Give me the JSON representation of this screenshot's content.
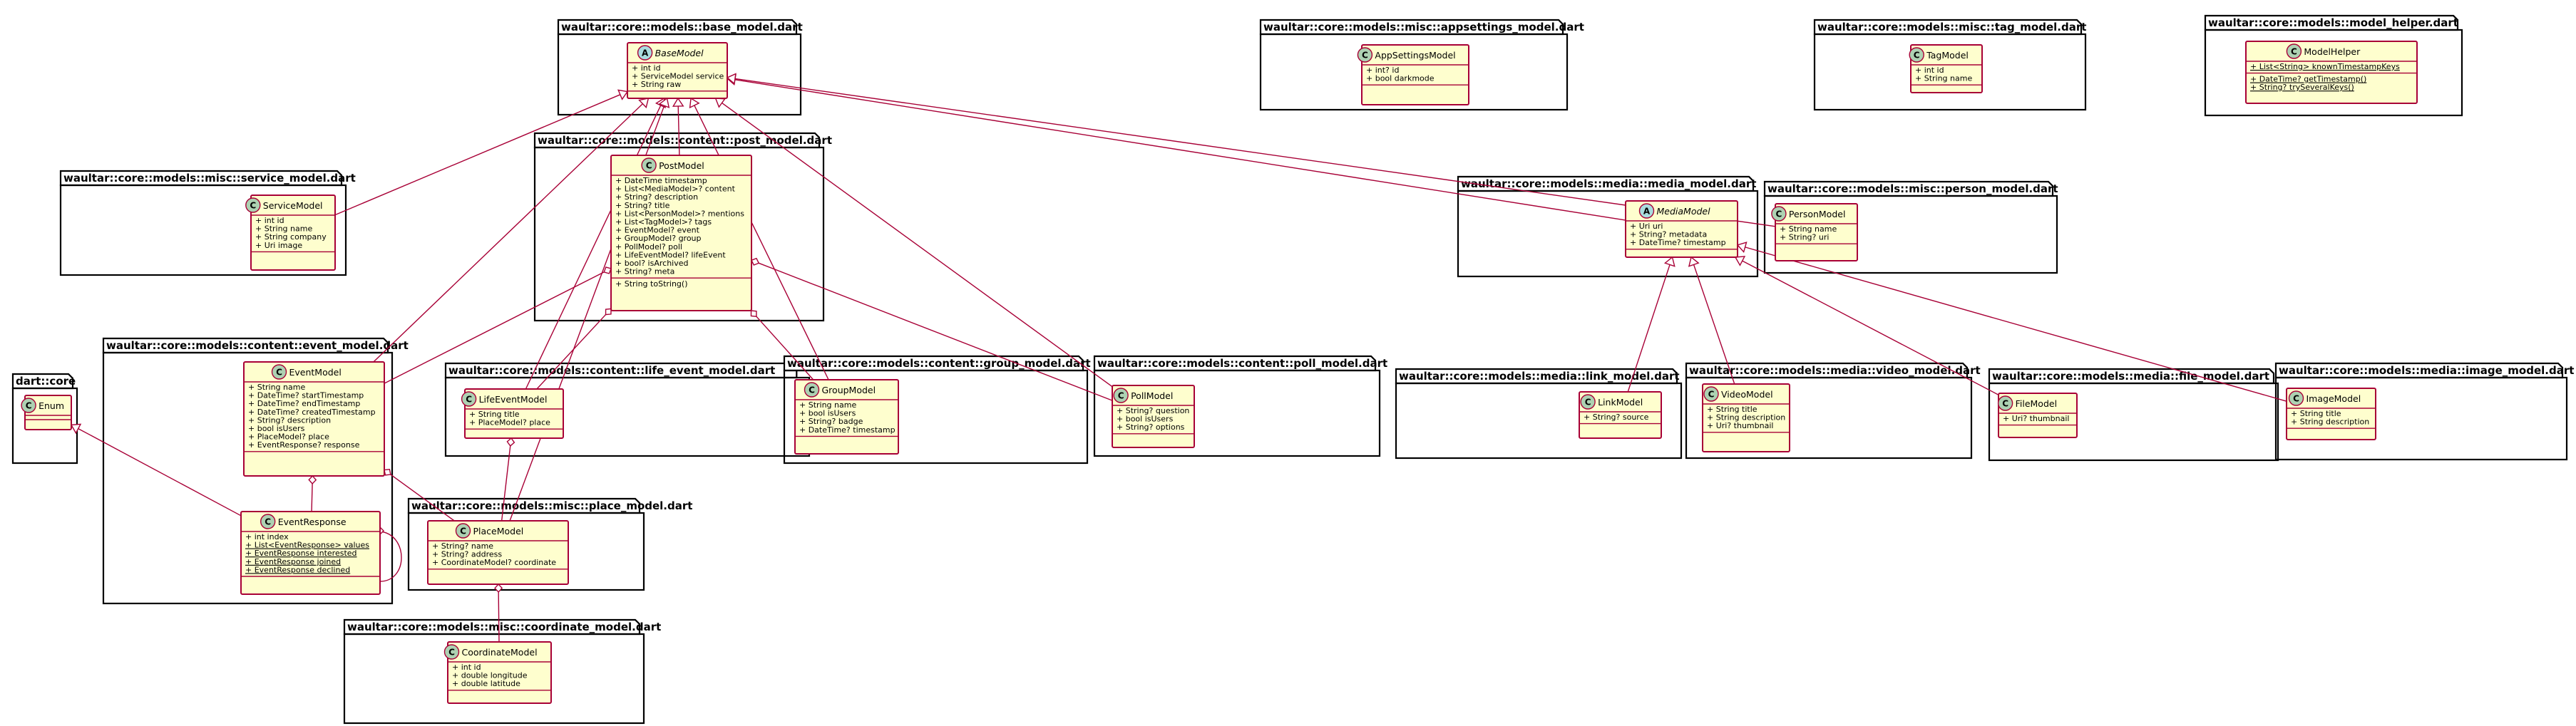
{
  "packages": [
    {
      "id": "base_model",
      "title": "waultar::core::models::base_model.dart"
    },
    {
      "id": "appsettings",
      "title": "waultar::core::models::misc::appsettings_model.dart"
    },
    {
      "id": "tag_model",
      "title": "waultar::core::models::misc::tag_model.dart"
    },
    {
      "id": "model_helper",
      "title": "waultar::core::models::model_helper.dart"
    },
    {
      "id": "service_model",
      "title": "waultar::core::models::misc::service_model.dart"
    },
    {
      "id": "post_model",
      "title": "waultar::core::models::content::post_model.dart"
    },
    {
      "id": "media_model",
      "title": "waultar::core::models::media::media_model.dart"
    },
    {
      "id": "person_model",
      "title": "waultar::core::models::misc::person_model.dart"
    },
    {
      "id": "dart_core",
      "title": "dart::core"
    },
    {
      "id": "event_model",
      "title": "waultar::core::models::content::event_model.dart"
    },
    {
      "id": "life_event",
      "title": "waultar::core::models::content::life_event_model.dart"
    },
    {
      "id": "group_model",
      "title": "waultar::core::models::content::group_model.dart"
    },
    {
      "id": "poll_model",
      "title": "waultar::core::models::content::poll_model.dart"
    },
    {
      "id": "link_model",
      "title": "waultar::core::models::media::link_model.dart"
    },
    {
      "id": "video_model",
      "title": "waultar::core::models::media::video_model.dart"
    },
    {
      "id": "file_model",
      "title": "waultar::core::models::media::file_model.dart"
    },
    {
      "id": "image_model",
      "title": "waultar::core::models::media::image_model.dart"
    },
    {
      "id": "place_model",
      "title": "waultar::core::models::misc::place_model.dart"
    },
    {
      "id": "coordinate_model",
      "title": "waultar::core::models::misc::coordinate_model.dart"
    }
  ],
  "classes": [
    {
      "id": "BaseModel",
      "name": "BaseModel",
      "abstract": true,
      "fields": [
        "+ int id",
        "+ ServiceModel service",
        "+ String raw"
      ],
      "methods": []
    },
    {
      "id": "AppSettingsModel",
      "name": "AppSettingsModel",
      "abstract": false,
      "fields": [
        "+ int? id",
        "+ bool darkmode"
      ],
      "methods": []
    },
    {
      "id": "TagModel",
      "name": "TagModel",
      "abstract": false,
      "fields": [
        "+ int id",
        "+ String name"
      ],
      "methods": []
    },
    {
      "id": "ModelHelper",
      "name": "ModelHelper",
      "abstract": false,
      "fields": [
        "+ List<String> knownTimestampKeys"
      ],
      "methods": [
        "+ DateTime? getTimestamp()",
        "+ String? trySeveralKeys()"
      ],
      "static_fields": [
        0
      ],
      "static_methods": [
        0,
        1
      ]
    },
    {
      "id": "ServiceModel",
      "name": "ServiceModel",
      "abstract": false,
      "fields": [
        "+ int id",
        "+ String name",
        "+ String company",
        "+ Uri image"
      ],
      "methods": []
    },
    {
      "id": "PostModel",
      "name": "PostModel",
      "abstract": false,
      "fields": [
        "+ DateTime timestamp",
        "+ List<MediaModel>? content",
        "+ String? description",
        "+ String? title",
        "+ List<PersonModel>? mentions",
        "+ List<TagModel>? tags",
        "+ EventModel? event",
        "+ GroupModel? group",
        "+ PollModel? poll",
        "+ LifeEventModel? lifeEvent",
        "+ bool? isArchived",
        "+ String? meta"
      ],
      "methods": [
        "+ String toString()"
      ]
    },
    {
      "id": "MediaModel",
      "name": "MediaModel",
      "abstract": true,
      "fields": [
        "+ Uri uri",
        "+ String? metadata",
        "+ DateTime? timestamp"
      ],
      "methods": []
    },
    {
      "id": "PersonModel",
      "name": "PersonModel",
      "abstract": false,
      "fields": [
        "+ String name",
        "+ String? uri"
      ],
      "methods": []
    },
    {
      "id": "Enum",
      "name": "Enum",
      "abstract": false,
      "fields": [],
      "methods": []
    },
    {
      "id": "EventModel",
      "name": "EventModel",
      "abstract": false,
      "fields": [
        "+ String name",
        "+ DateTime? startTimestamp",
        "+ DateTime? endTimestamp",
        "+ DateTime? createdTimestamp",
        "+ String? description",
        "+ bool isUsers",
        "+ PlaceModel? place",
        "+ EventResponse? response"
      ],
      "methods": []
    },
    {
      "id": "EventResponse",
      "name": "EventResponse",
      "abstract": false,
      "fields": [
        "+ int index",
        "+ List<EventResponse> values",
        "+ EventResponse interested",
        "+ EventResponse joined",
        "+ EventResponse declined"
      ],
      "methods": [],
      "static_fields": [
        1,
        2,
        3,
        4
      ]
    },
    {
      "id": "LifeEventModel",
      "name": "LifeEventModel",
      "abstract": false,
      "fields": [
        "+ String title",
        "+ PlaceModel? place"
      ],
      "methods": []
    },
    {
      "id": "GroupModel",
      "name": "GroupModel",
      "abstract": false,
      "fields": [
        "+ String name",
        "+ bool isUsers",
        "+ String? badge",
        "+ DateTime? timestamp"
      ],
      "methods": []
    },
    {
      "id": "PollModel",
      "name": "PollModel",
      "abstract": false,
      "fields": [
        "+ String? question",
        "+ bool isUsers",
        "+ String? options"
      ],
      "methods": []
    },
    {
      "id": "LinkModel",
      "name": "LinkModel",
      "abstract": false,
      "fields": [
        "+ String? source"
      ],
      "methods": []
    },
    {
      "id": "VideoModel",
      "name": "VideoModel",
      "abstract": false,
      "fields": [
        "+ String title",
        "+ String description",
        "+ Uri? thumbnail"
      ],
      "methods": []
    },
    {
      "id": "FileModel",
      "name": "FileModel",
      "abstract": false,
      "fields": [
        "+ Uri? thumbnail"
      ],
      "methods": []
    },
    {
      "id": "ImageModel",
      "name": "ImageModel",
      "abstract": false,
      "fields": [
        "+ String title",
        "+ String description"
      ],
      "methods": []
    },
    {
      "id": "PlaceModel",
      "name": "PlaceModel",
      "abstract": false,
      "fields": [
        "+ String? name",
        "+ String? address",
        "+ CoordinateModel? coordinate"
      ],
      "methods": []
    },
    {
      "id": "CoordinateModel",
      "name": "CoordinateModel",
      "abstract": false,
      "fields": [
        "+ int id",
        "+ double longitude",
        "+ double latitude"
      ],
      "methods": []
    }
  ],
  "relations": [
    {
      "from": "ServiceModel",
      "to": "BaseModel",
      "kind": "inheritance"
    },
    {
      "from": "PostModel",
      "to": "BaseModel",
      "kind": "inheritance"
    },
    {
      "from": "MediaModel",
      "to": "BaseModel",
      "kind": "inheritance"
    },
    {
      "from": "PersonModel",
      "to": "BaseModel",
      "kind": "inheritance"
    },
    {
      "from": "EventModel",
      "to": "BaseModel",
      "kind": "inheritance"
    },
    {
      "from": "LifeEventModel",
      "to": "BaseModel",
      "kind": "inheritance"
    },
    {
      "from": "GroupModel",
      "to": "BaseModel",
      "kind": "inheritance"
    },
    {
      "from": "PollModel",
      "to": "BaseModel",
      "kind": "inheritance"
    },
    {
      "from": "PlaceModel",
      "to": "BaseModel",
      "kind": "inheritance"
    },
    {
      "from": "EventModel",
      "to": "PostModel",
      "kind": "aggregation"
    },
    {
      "from": "LifeEventModel",
      "to": "PostModel",
      "kind": "aggregation"
    },
    {
      "from": "GroupModel",
      "to": "PostModel",
      "kind": "aggregation"
    },
    {
      "from": "PollModel",
      "to": "PostModel",
      "kind": "aggregation"
    },
    {
      "from": "LinkModel",
      "to": "MediaModel",
      "kind": "inheritance"
    },
    {
      "from": "VideoModel",
      "to": "MediaModel",
      "kind": "inheritance"
    },
    {
      "from": "FileModel",
      "to": "MediaModel",
      "kind": "inheritance"
    },
    {
      "from": "ImageModel",
      "to": "MediaModel",
      "kind": "inheritance"
    },
    {
      "from": "EventResponse",
      "to": "Enum",
      "kind": "inheritance"
    },
    {
      "from": "EventResponse",
      "to": "EventModel",
      "kind": "aggregation"
    },
    {
      "from": "PlaceModel",
      "to": "EventModel",
      "kind": "aggregation"
    },
    {
      "from": "PlaceModel",
      "to": "LifeEventModel",
      "kind": "aggregation"
    },
    {
      "from": "CoordinateModel",
      "to": "PlaceModel",
      "kind": "aggregation"
    },
    {
      "from": "EventResponse",
      "to": "EventResponse",
      "kind": "aggregation-self"
    }
  ]
}
